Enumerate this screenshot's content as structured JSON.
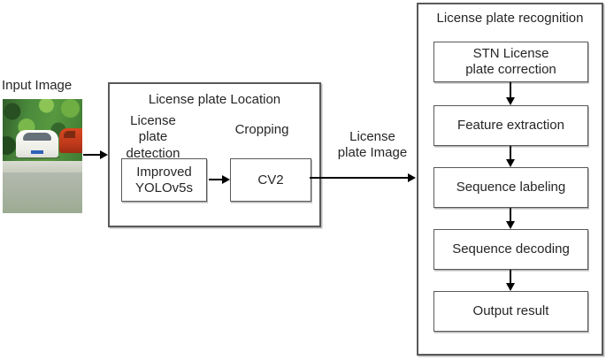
{
  "diagram": {
    "input_label": "Input Image",
    "photo": {
      "description": "Parking scene photo: white car and red car in front of green trees"
    },
    "location_panel": {
      "title": "License plate Location",
      "detection_label": "License plate\ndetection",
      "cropping_label": "Cropping",
      "yolo_box_label": "Improved\nYOLOv5s",
      "cv2_box_label": "CV2"
    },
    "transfer_label": "License\nplate Image",
    "recognition_panel": {
      "title": "License plate recognition",
      "steps": [
        "STN License\nplate correction",
        "Feature extraction",
        "Sequence labeling",
        "Sequence decoding",
        "Output result"
      ]
    },
    "colors": {
      "panel_border": "#595959",
      "arrow": "#000000",
      "text": "#262626"
    }
  }
}
